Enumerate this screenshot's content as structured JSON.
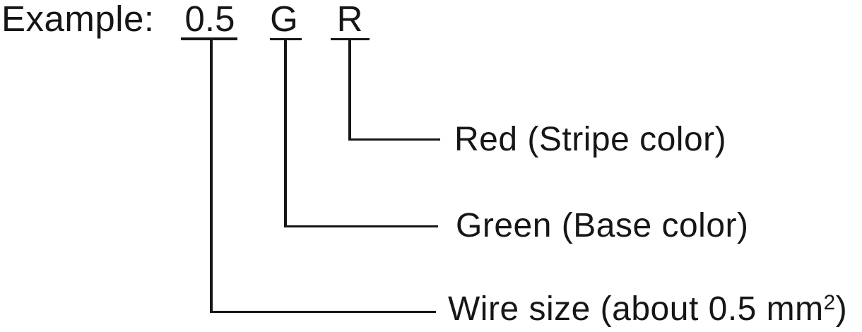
{
  "diagram": {
    "example_label": "Example:",
    "code": {
      "wire_size": "0.5",
      "base_color": "G",
      "stripe_color": "R"
    },
    "callouts": {
      "stripe_color": "Red (Stripe color)",
      "base_color": "Green (Base color)",
      "wire_size": {
        "prefix": "Wire size (about 0.5 mm",
        "superscript": "2",
        "suffix": ")"
      }
    },
    "colors": {
      "ink": "#161616",
      "background": "#ffffff"
    }
  }
}
